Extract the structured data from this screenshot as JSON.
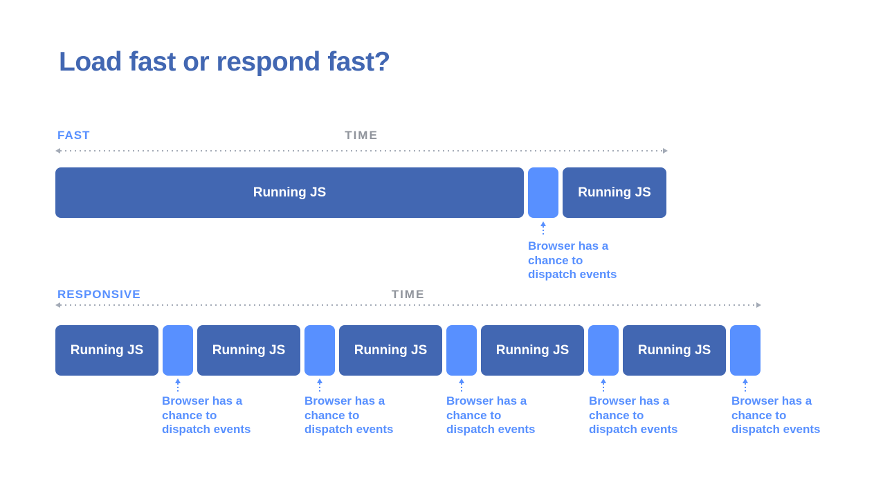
{
  "title": "Load fast or respond fast?",
  "colors": {
    "title_blue": "#4267b2",
    "bar_blue": "#4267b2",
    "accent_blue": "#5890ff",
    "time_gray": "#90949c",
    "line_gray": "#a3aab6"
  },
  "timelines": [
    {
      "name": "FAST",
      "time_label": "TIME",
      "segments": [
        {
          "type": "running-js",
          "label": "Running JS"
        },
        {
          "type": "event-gap"
        },
        {
          "type": "running-js",
          "label": "Running JS"
        }
      ],
      "callouts": [
        {
          "lines": [
            "Browser has a",
            "chance to",
            "dispatch events"
          ]
        }
      ]
    },
    {
      "name": "RESPONSIVE",
      "time_label": "TIME",
      "segments": [
        {
          "type": "running-js",
          "label": "Running JS"
        },
        {
          "type": "event-gap"
        },
        {
          "type": "running-js",
          "label": "Running JS"
        },
        {
          "type": "event-gap"
        },
        {
          "type": "running-js",
          "label": "Running JS"
        },
        {
          "type": "event-gap"
        },
        {
          "type": "running-js",
          "label": "Running JS"
        },
        {
          "type": "event-gap"
        },
        {
          "type": "running-js",
          "label": "Running JS"
        },
        {
          "type": "event-gap"
        }
      ],
      "callouts": [
        {
          "lines": [
            "Browser has a",
            "chance to",
            "dispatch events"
          ]
        },
        {
          "lines": [
            "Browser has a",
            "chance to",
            "dispatch events"
          ]
        },
        {
          "lines": [
            "Browser has a",
            "chance to",
            "dispatch events"
          ]
        },
        {
          "lines": [
            "Browser has a",
            "chance to",
            "dispatch events"
          ]
        },
        {
          "lines": [
            "Browser has a",
            "chance to",
            "dispatch events"
          ]
        }
      ]
    }
  ]
}
